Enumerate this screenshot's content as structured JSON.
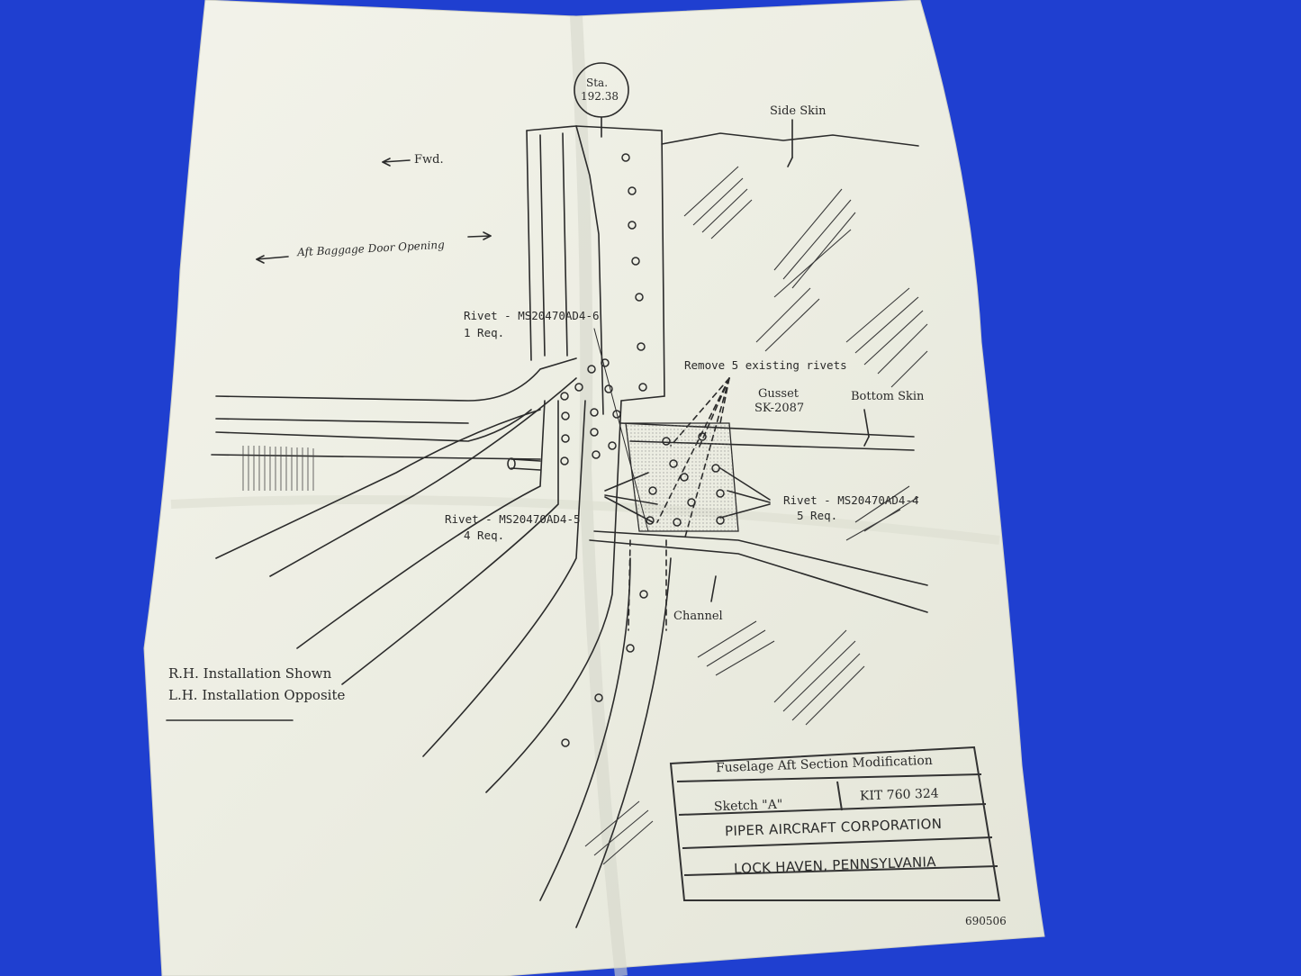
{
  "drawing": {
    "station_label": "Sta.",
    "station_value": "192.38",
    "side_skin": "Side Skin",
    "fwd": "Fwd.",
    "baggage_door": "Aft Baggage Door Opening",
    "rivet_1": {
      "part": "Rivet - MS20470AD4-6",
      "qty": "1 Req."
    },
    "remove_rivets": "Remove 5 existing rivets",
    "gusset": "Gusset",
    "gusset_part": "SK-2087",
    "bottom_skin": "Bottom Skin",
    "rivet_2": {
      "part": "Rivet - MS20470AD4-5",
      "qty": "4 Req."
    },
    "rivet_3": {
      "part": "Rivet - MS20470AD4-4",
      "qty": "5 Req."
    },
    "channel": "Channel"
  },
  "notes": {
    "line_1": "R.H. Installation Shown",
    "line_2": "L.H. Installation Opposite"
  },
  "title_block": {
    "title": "Fuselage Aft Section Modification",
    "sketch": "Sketch \"A\"",
    "kit": "KIT 760 324",
    "company": "PIPER AIRCRAFT CORPORATION",
    "location": "LOCK HAVEN, PENNSYLVANIA",
    "doc_number": "690506"
  },
  "colors": {
    "background": "#1f3fd0",
    "paper": "#ecede2",
    "ink": "#2b2b2b"
  }
}
